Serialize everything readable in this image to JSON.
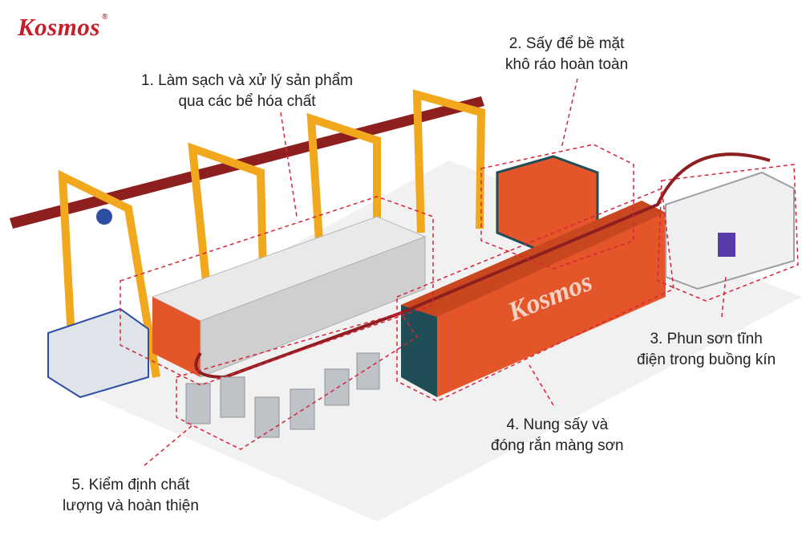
{
  "brand": {
    "name": "Kosmos",
    "mark": "®",
    "color": "#c81e2a"
  },
  "oven_brand": "Kosmos",
  "steps": [
    {
      "line1": "1. Làm sạch và xử lý sản phẩm",
      "line2": "qua các bể hóa chất"
    },
    {
      "line1": "2. Sấy để bề mặt",
      "line2": "khô ráo hoàn toàn"
    },
    {
      "line1": "3. Phun sơn tĩnh",
      "line2": "điện trong buồng kín"
    },
    {
      "line1": "4. Nung sấy và",
      "line2": "đóng rắn màng sơn"
    },
    {
      "line1": "5. Kiểm định chất",
      "line2": "lượng và hoàn thiện"
    }
  ],
  "colors": {
    "oven": "#e4562a",
    "oven_frame": "#1f4e57",
    "crane": "#f2a81c",
    "rail": "#8e1f1f",
    "callout": "#d8223a"
  }
}
